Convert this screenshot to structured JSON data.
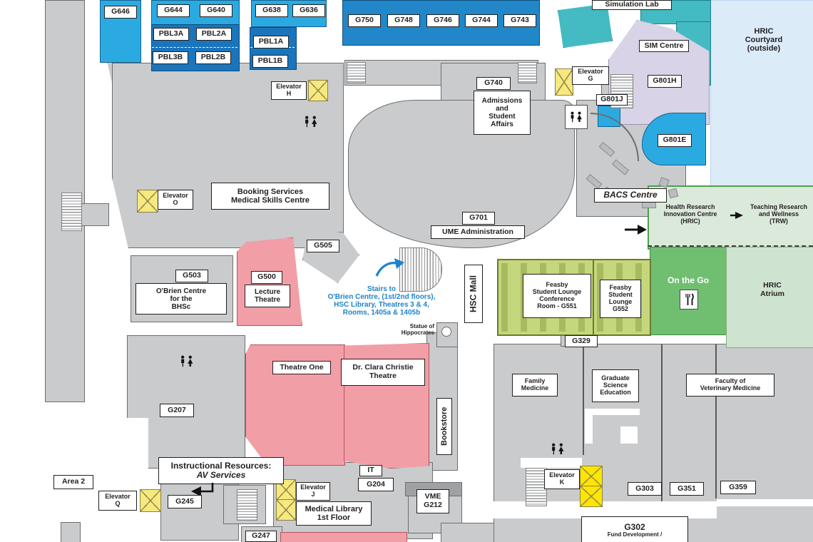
{
  "title": "Health Sciences Centre floor plan (ground floor)",
  "colors": {
    "room_light_blue": "#2BAAE2",
    "room_medium_blue": "#2287C8",
    "room_dark_blue": "#1B75BC",
    "teal": "#44BAC2",
    "lavender": "#D8D3E6",
    "pink_theatre": "#F29EA7",
    "green_on_the_go": "#70BF71",
    "green_atrium": "#CFE4D0",
    "green_hric_strip": "#DBE9DA",
    "feasby_green": "#C5D77C",
    "courtyard_blue": "#DCEBF8",
    "gray_room": "#C9CBCD",
    "elevator_yellow": "#F6E97E",
    "elevator_bright_yellow": "#FFE600",
    "note_blue": "#1E83C9"
  },
  "icons": {
    "elevator": "yellow-x-box",
    "stairs": "striped-treads",
    "restroom": "man-woman-figures",
    "food": "fork-knife",
    "statue": "white-circle",
    "arrow": "black-arrow"
  },
  "labels": {
    "g646": "G646",
    "g644": "G644",
    "g640": "G640",
    "pbl3a": "PBL3A",
    "pbl2a": "PBL2A",
    "pbl3b": "PBL3B",
    "pbl2b": "PBL2B",
    "g638": "G638",
    "g636": "G636",
    "pbl1a": "PBL1A",
    "pbl1b": "PBL1B",
    "g750": "G750",
    "g748": "G748",
    "g746": "G746",
    "g744": "G744",
    "g743": "G743",
    "simulation_lab": "Simulation Lab",
    "sim_centre": "SIM Centre",
    "elevator_g": "Elevator\nG",
    "g801h": "G801H",
    "g801j": "G801J",
    "g801e": "G801E",
    "bacs_centre": "BACS Centre",
    "hric_courtyard": "HRIC\nCourtyard\n(outside)",
    "elevator_h": "Elevator\nH",
    "booking_services": "Booking Services\nMedical Skills Centre",
    "elevator_o": "Elevator\nO",
    "g740": "G740",
    "admissions": "Admissions\nand\nStudent\nAffairs",
    "g701": "G701",
    "ume_administration": "UME Administration",
    "g505": "G505",
    "g503": "G503",
    "obrien_centre": "O'Brien Centre\nfor the\nBHSc",
    "g500": "G500",
    "lecture_theatre": "Lecture\nTheatre",
    "stairs_note": "Stairs to\nO'Brien Centre, (1st/2nd floors),\nHSC Library, Theatres 3 & 4,\nRooms, 1405a & 1405b",
    "hsc_mall": "HSC Mall",
    "statue": "Statue of\nHippocrates",
    "feasby_conference": "Feasby\nStudent Lounge\nConference\nRoom - G551",
    "feasby_lounge": "Feasby\nStudent\nLounge\nG552",
    "hric_label": "Health Research\nInnovation Centre\n(HRIC)",
    "trw_label": "Teaching Research\nand Wellness\n(TRW)",
    "on_the_go": "On the Go",
    "hric_atrium": "HRIC\nAtrium",
    "g329": "G329",
    "theatre_one": "Theatre One",
    "clara_christie": "Dr. Clara Christie\nTheatre",
    "bookstore": "Bookstore",
    "family_medicine": "Family\nMedicine",
    "graduate_science": "Graduate\nScience\nEducation",
    "faculty_vet": "Faculty of\nVeterinary Medicine",
    "g207": "G207",
    "area2": "Area 2",
    "instructional1": "Instructional Resources:",
    "instructional2": "AV Services",
    "elevator_q": "Elevator\nQ",
    "g245": "G245",
    "elevator_j": "Elevator\nJ",
    "medical_library": "Medical Library\n1st Floor",
    "it": "IT",
    "g204": "G204",
    "vme": "VME\nG212",
    "g247": "G247",
    "elevator_k": "Elevator\nK",
    "g303": "G303",
    "g351": "G351",
    "g359": "G359",
    "g302": "G302",
    "g302_sub": "Fund Development /"
  }
}
